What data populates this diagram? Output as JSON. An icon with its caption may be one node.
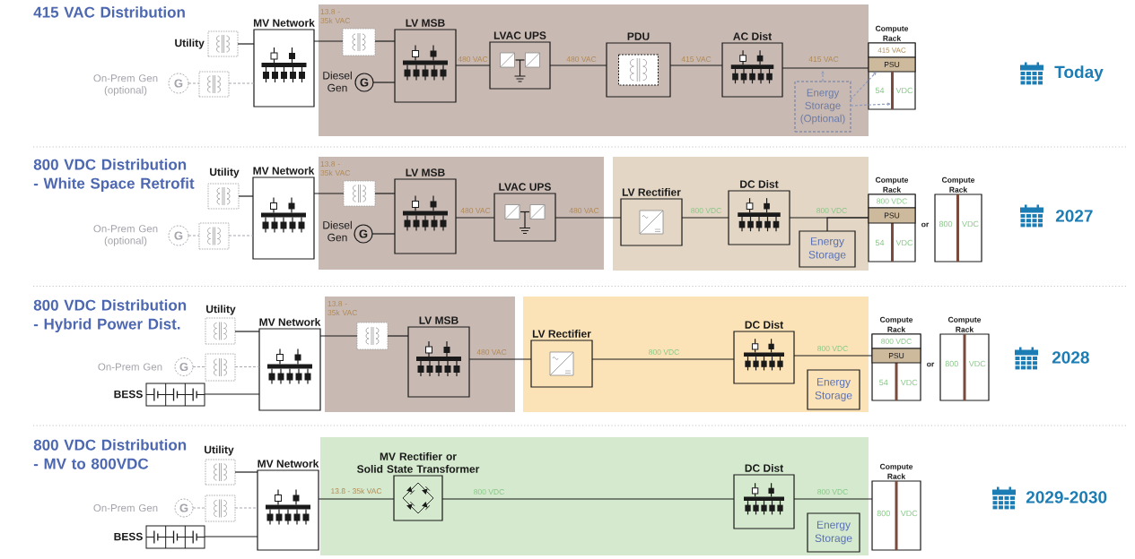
{
  "diagram": {
    "nodes": [
      {
        "text": [],
        "shape": "picture",
        "beside": [
          "Utility"
        ]
      },
      {
        "text": [
          "G"
        ],
        "beside": [
          "On-Prem Gen (optional)"
        ]
      },
      {
        "text": [],
        "shape": "picture"
      },
      {
        "text": [
          "MV Network"
        ]
      },
      {
        "text": [],
        "shape": "band"
      },
      {
        "text": [],
        "shape": "picture",
        "in": 4
      },
      {
        "text": [
          "G"
        ],
        "beside": [
          "Diesel Gen"
        ],
        "in": 4
      },
      {
        "text": [
          "LV MSB"
        ],
        "in": 4
      },
      {
        "text": [
          "LVAC UPS"
        ],
        "in": 4
      },
      {
        "text": [
          "PDU"
        ],
        "in": 4
      },
      {
        "text": [
          "AC Dist"
        ],
        "in": 4
      },
      {
        "text": [
          "Energy Storage (Optional)"
        ],
        "in": 4
      },
      {
        "text": [
          "Compute Rack",
          "54",
          "VDC"
        ]
      },
      {
        "text": [
          "415 VAC"
        ],
        "in": 12
      },
      {
        "text": [
          "PSU"
        ],
        "in": 12
      },
      {
        "text": [],
        "shape": "bar",
        "in": 12
      },
      {
        "text": [],
        "shape": "picture",
        "beside": [
          "Utility"
        ]
      },
      {
        "text": [
          "G"
        ],
        "beside": [
          "On-Prem Gen (optional)"
        ]
      },
      {
        "text": [],
        "shape": "picture"
      },
      {
        "text": [
          "MV Network"
        ]
      },
      {
        "text": [],
        "shape": "band"
      },
      {
        "text": [],
        "shape": "picture",
        "in": 20
      },
      {
        "text": [
          "G"
        ],
        "beside": [
          "Diesel Gen"
        ],
        "in": 20
      },
      {
        "text": [
          "LV MSB"
        ],
        "in": 20
      },
      {
        "text": [
          "LVAC UPS"
        ],
        "in": 20
      },
      {
        "text": [],
        "shape": "band"
      },
      {
        "text": [
          "LV Rectifier"
        ],
        "in": 25
      },
      {
        "text": [
          "DC Dist"
        ],
        "in": 25
      },
      {
        "text": [
          "Energy Storage"
        ],
        "in": 25
      },
      {
        "text": [
          "Compute Rack",
          "54",
          "VDC"
        ]
      },
      {
        "text": [
          "800 VDC"
        ],
        "in": 29
      },
      {
        "text": [
          "PSU"
        ],
        "in": 29
      },
      {
        "text": [
          "Compute Rack",
          "800",
          "VDC"
        ]
      },
      {
        "text": [],
        "shape": "picture",
        "beside": [
          "Utility"
        ]
      },
      {
        "text": [
          "G"
        ],
        "beside": [
          "On-Prem Gen"
        ]
      },
      {
        "text": [],
        "shape": "picture"
      },
      {
        "text": [],
        "shape": "picture",
        "beside": [
          "BESS"
        ]
      },
      {
        "text": [
          "MV Network"
        ]
      },
      {
        "text": [],
        "shape": "band"
      },
      {
        "text": [],
        "shape": "picture",
        "in": 38
      },
      {
        "text": [
          "LV MSB"
        ],
        "in": 38
      },
      {
        "text": [],
        "shape": "band"
      },
      {
        "text": [
          "LV Rectifier"
        ],
        "in": 41
      },
      {
        "text": [
          "DC Dist"
        ],
        "in": 41
      },
      {
        "text": [
          "Energy Storage"
        ],
        "in": 41
      },
      {
        "text": [
          "Compute Rack",
          "54",
          "VDC"
        ]
      },
      {
        "text": [
          "800 VDC"
        ],
        "in": 45
      },
      {
        "text": [
          "PSU"
        ],
        "in": 45
      },
      {
        "text": [
          "Compute Rack",
          "800",
          "VDC"
        ]
      },
      {
        "text": [],
        "shape": "picture",
        "beside": [
          "Utility"
        ]
      },
      {
        "text": [
          "G"
        ],
        "beside": [
          "On-Prem Gen"
        ]
      },
      {
        "text": [],
        "shape": "picture"
      },
      {
        "text": [],
        "shape": "picture",
        "beside": [
          "BESS"
        ]
      },
      {
        "text": [
          "MV Network"
        ]
      },
      {
        "text": [],
        "shape": "band"
      },
      {
        "text": [
          "MV Rectifier or Solid State Transformer"
        ],
        "in": 54
      },
      {
        "text": [
          "DC Dist"
        ],
        "in": 54
      },
      {
        "text": [
          "Energy Storage"
        ],
        "in": 54
      },
      {
        "text": [
          "Compute Rack",
          "800",
          "VDC"
        ]
      }
    ],
    "edges": [
      {
        "from": 0,
        "to": 3,
        "arrow": "none"
      },
      {
        "from": 1,
        "to": 2,
        "arrow": "none",
        "style": "dashed",
        "color": "#a8a8b0"
      },
      {
        "from": 2,
        "to": 3,
        "arrow": "none",
        "style": "dashed",
        "color": "#a8a8b0"
      },
      {
        "from": 3,
        "to": 5,
        "arrow": "none",
        "label": "13.8 - 35k VAC"
      },
      {
        "from": 5,
        "to": 7,
        "arrow": "none"
      },
      {
        "from": 6,
        "to": 7,
        "arrow": "none"
      },
      {
        "from": 7,
        "to": 8,
        "arrow": "none",
        "label": "480 VAC"
      },
      {
        "from": 8,
        "to": 9,
        "arrow": "none",
        "label": "480 VAC"
      },
      {
        "from": 9,
        "to": 10,
        "arrow": "none",
        "label": "415 VAC"
      },
      {
        "from": 10,
        "to": 14,
        "arrow": "none",
        "label": "415 VAC"
      },
      {
        "from": 11,
        "to": null,
        "arrow": "to",
        "style": "dashed",
        "color": "#8e9cc0"
      },
      {
        "from": 11,
        "to": 14,
        "arrow": "to",
        "style": "dashed",
        "color": "#8e9cc0"
      },
      {
        "from": 11,
        "to": 15,
        "arrow": "to",
        "style": "dashed",
        "color": "#8e9cc0"
      },
      {
        "from": 16,
        "to": 19,
        "arrow": "none"
      },
      {
        "from": 17,
        "to": 18,
        "arrow": "none",
        "style": "dashed",
        "color": "#a8a8b0"
      },
      {
        "from": 18,
        "to": 19,
        "arrow": "none",
        "style": "dashed",
        "color": "#a8a8b0"
      },
      {
        "from": 19,
        "to": 21,
        "arrow": "none",
        "label": "13.8 - 35k VAC"
      },
      {
        "from": 21,
        "to": 23,
        "arrow": "none"
      },
      {
        "from": 22,
        "to": 23,
        "arrow": "none"
      },
      {
        "from": 23,
        "to": 24,
        "arrow": "none",
        "label": "480 VAC"
      },
      {
        "from": 24,
        "to": 26,
        "arrow": "none",
        "label": "480 VAC"
      },
      {
        "from": 26,
        "to": 27,
        "arrow": "none",
        "label": "800 VDC"
      },
      {
        "from": 27,
        "to": 31,
        "arrow": "none",
        "label": "800 VDC"
      },
      {
        "from": 28,
        "to": 31,
        "arrow": "none"
      },
      {
        "from": 33,
        "to": 37,
        "arrow": "none"
      },
      {
        "from": 34,
        "to": 35,
        "arrow": "none",
        "style": "dashed",
        "color": "#a8a8b0"
      },
      {
        "from": 35,
        "to": 37,
        "arrow": "none",
        "style": "dashed",
        "color": "#a8a8b0"
      },
      {
        "from": 36,
        "to": 37,
        "arrow": "none"
      },
      {
        "from": 37,
        "to": 39,
        "arrow": "none",
        "label": "13.8 - 35k VAC"
      },
      {
        "from": 39,
        "to": 40,
        "arrow": "none"
      },
      {
        "from": 40,
        "to": 42,
        "arrow": "none",
        "label": "480 VAC"
      },
      {
        "from": 42,
        "to": 43,
        "arrow": "none",
        "label": "800 VDC"
      },
      {
        "from": 43,
        "to": 47,
        "arrow": "none",
        "label": "800 VDC"
      },
      {
        "from": 49,
        "to": 53,
        "arrow": "none"
      },
      {
        "from": 50,
        "to": 51,
        "arrow": "none",
        "style": "dashed",
        "color": "#a8a8b0"
      },
      {
        "from": 51,
        "to": 53,
        "arrow": "none",
        "style": "dashed",
        "color": "#a8a8b0"
      },
      {
        "from": 52,
        "to": 53,
        "arrow": "none"
      },
      {
        "from": 53,
        "to": 55,
        "arrow": "none",
        "label": "13.8 - 35k VAC"
      },
      {
        "from": 55,
        "to": 56,
        "arrow": "none",
        "label": "800 VDC"
      },
      {
        "from": 56,
        "to": 58,
        "arrow": "none",
        "label": "800 VDC"
      }
    ],
    "labels": [
      "415 VAC Distribution",
      "Today",
      "800 VDC Distribution - White Space Retrofit",
      "or",
      "2027",
      "800 VDC Distribution - Hybrid Power Dist.",
      "or",
      "2028",
      "800 VDC Distribution - MV to 800VDC",
      "2029-2030"
    ]
  }
}
